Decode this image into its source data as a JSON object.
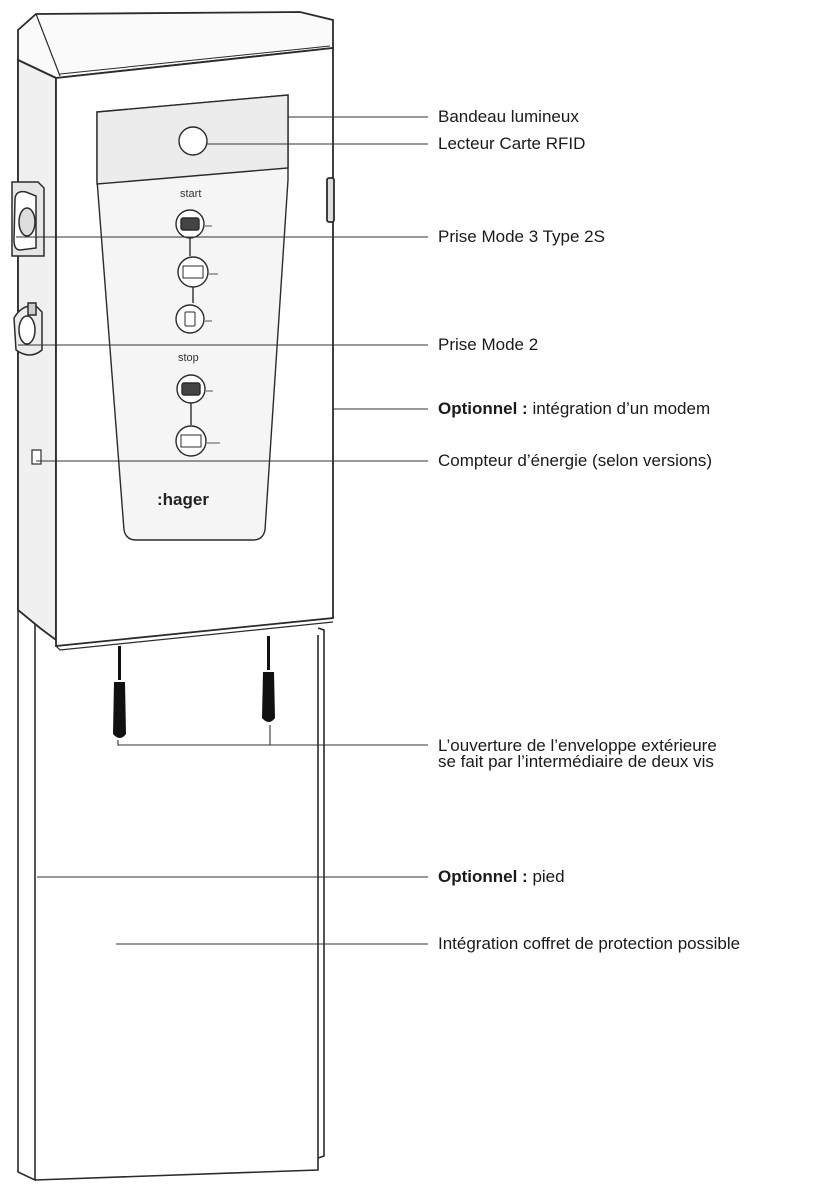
{
  "device": {
    "brand": ":hager",
    "start_label": "start",
    "stop_label": "stop"
  },
  "callouts": [
    {
      "id": "bandeau",
      "text": "Bandeau lumineux"
    },
    {
      "id": "rfid",
      "text": "Lecteur Carte RFID"
    },
    {
      "id": "prise3",
      "text": "Prise Mode 3 Type 2S"
    },
    {
      "id": "prise2",
      "text": "Prise Mode 2"
    },
    {
      "id": "modem",
      "bold": "Optionnel :",
      "text": " intégration d’un modem"
    },
    {
      "id": "compteur",
      "text": "Compteur d’énergie (selon versions)"
    },
    {
      "id": "vis",
      "line1": "L’ouverture de l’enveloppe extérieure",
      "line2": "se fait par l’intermédiaire de deux vis"
    },
    {
      "id": "pied",
      "bold": "Optionnel :",
      "text": " pied"
    },
    {
      "id": "coffret",
      "text": "Intégration coffret de protection possible"
    }
  ],
  "colors": {
    "outline": "#2b2b2b",
    "panel_fill": "#f4f4f4",
    "screwdriver": "#111111"
  }
}
